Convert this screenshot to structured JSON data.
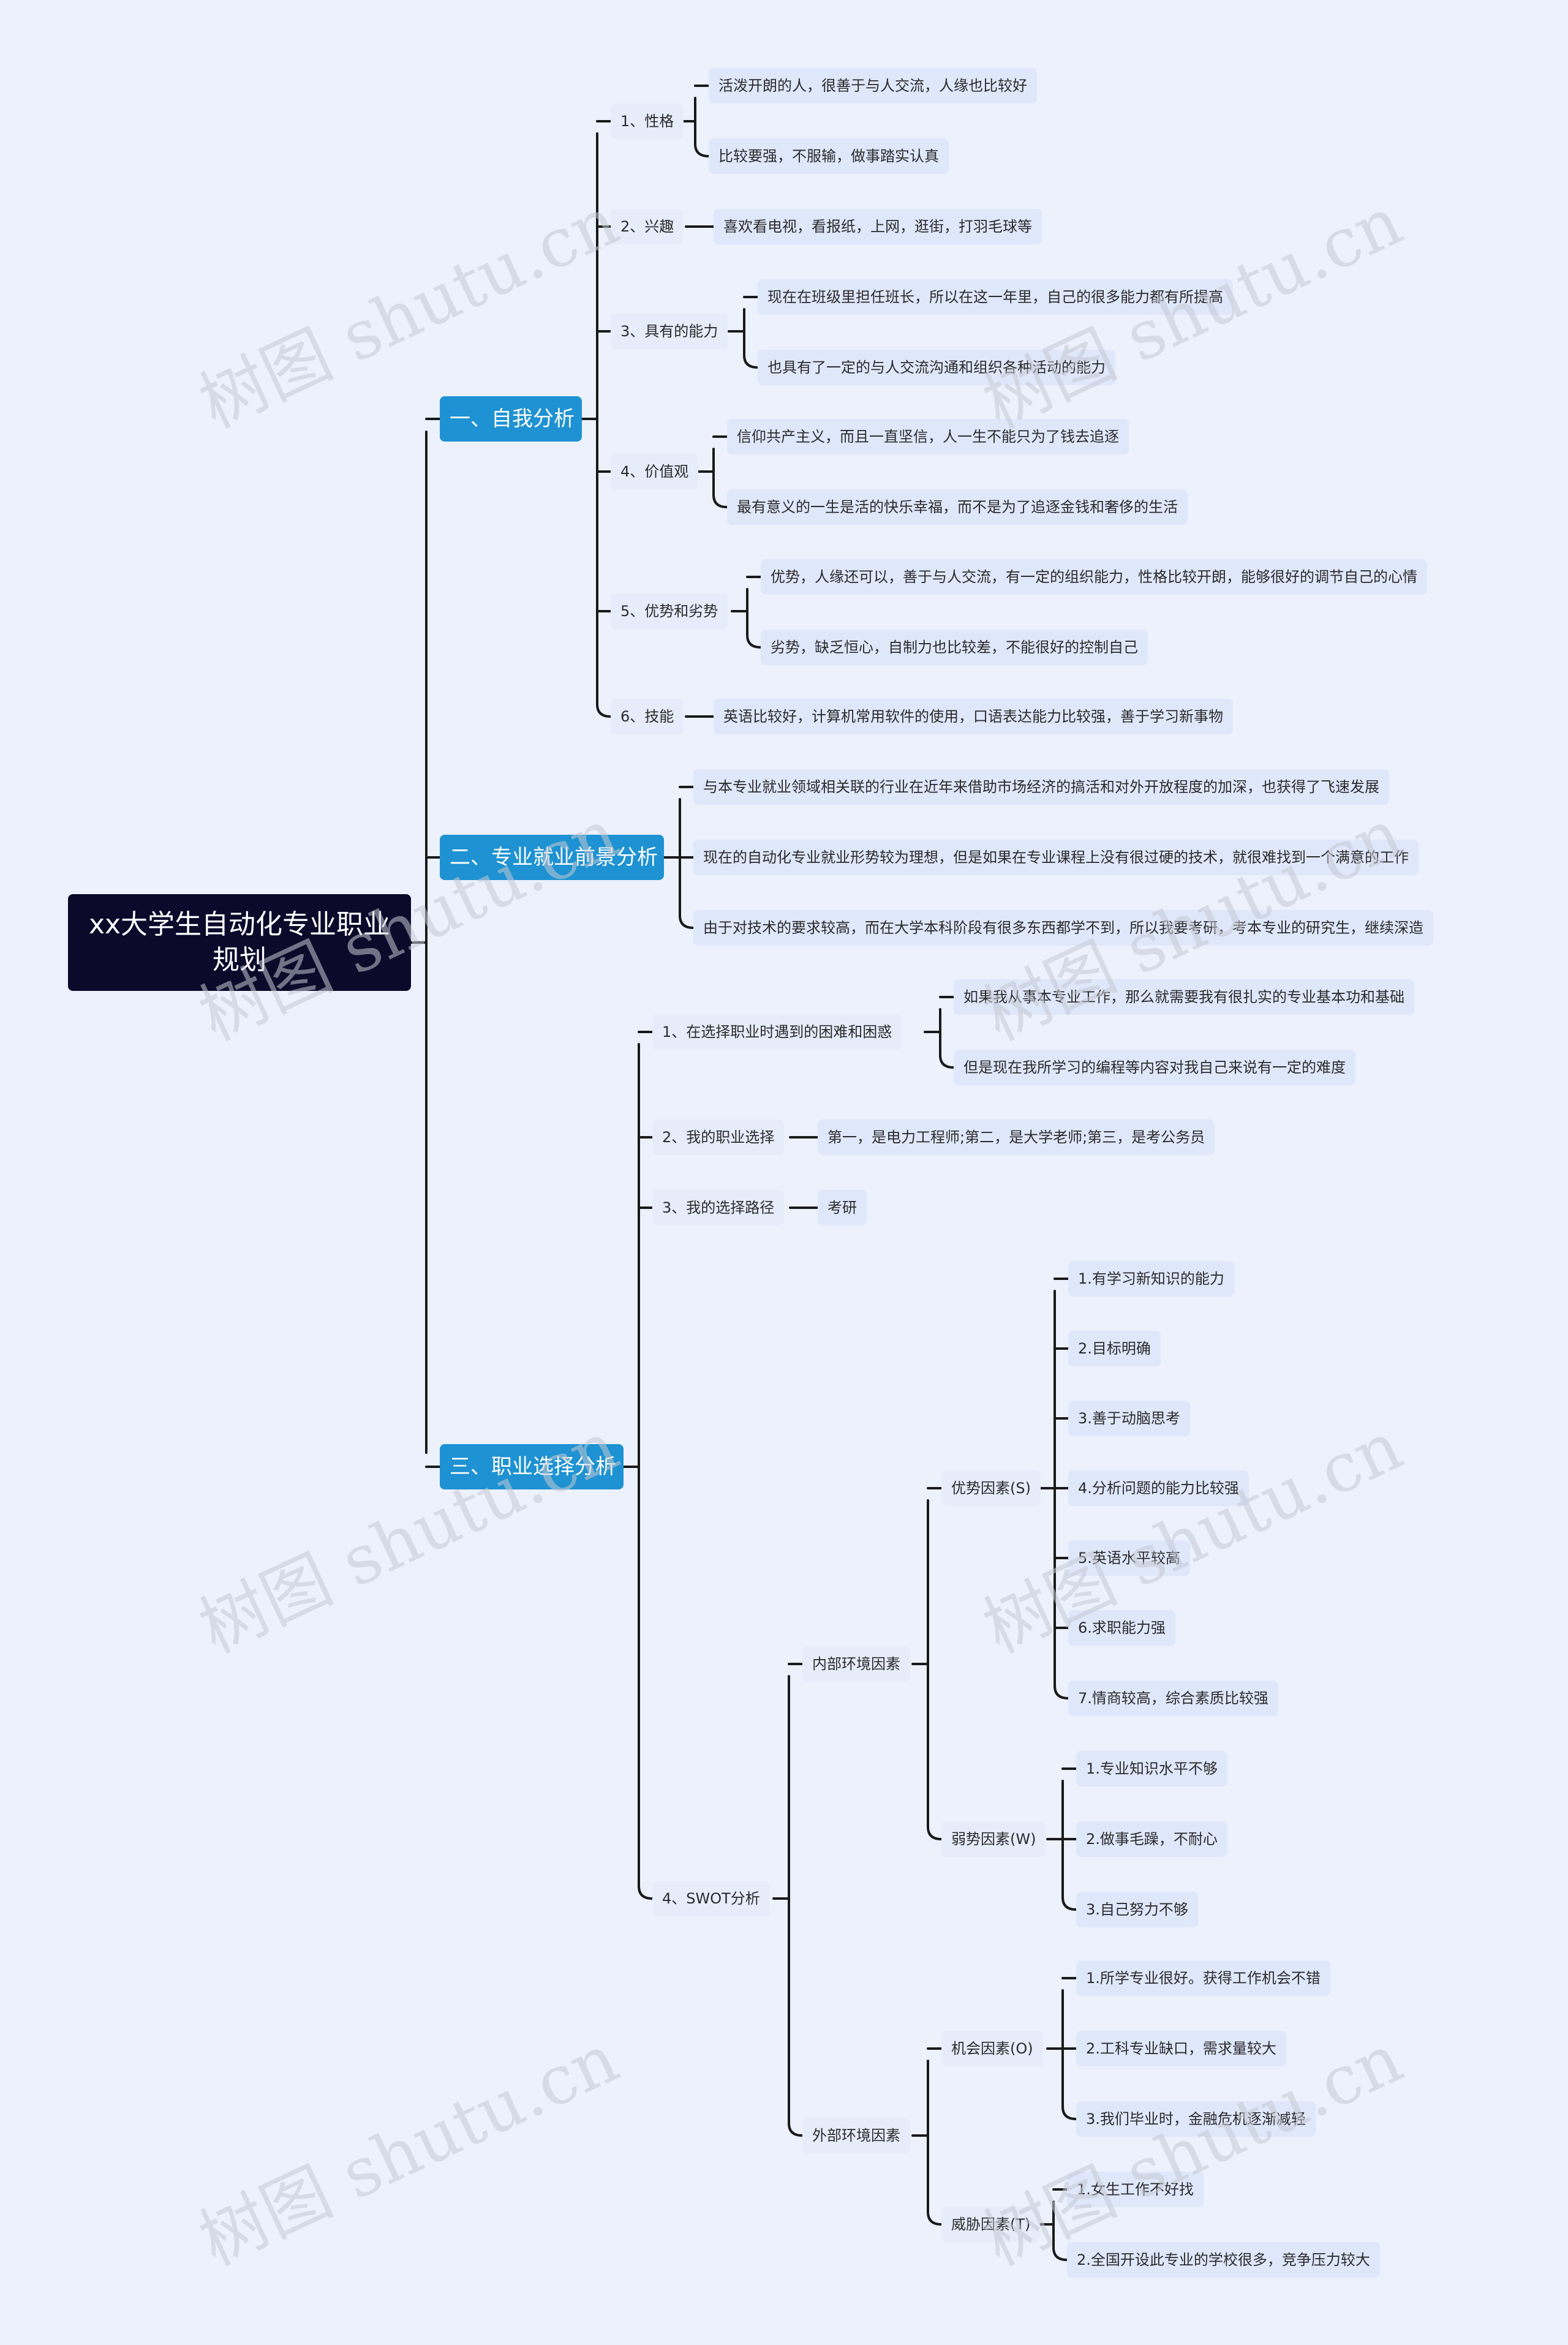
{
  "root": {
    "title": "xx大学生自动化专业职业规划"
  },
  "sections": [
    {
      "label": "一、自我分析"
    },
    {
      "label": "二、专业就业前景分析"
    },
    {
      "label": "三、职业选择分析"
    }
  ],
  "self": {
    "personality": {
      "label": "1、性格",
      "items": [
        "活泼开朗的人，很善于与人交流，人缘也比较好",
        "比较要强，不服输，做事踏实认真"
      ]
    },
    "interest": {
      "label": "2、兴趣",
      "items": [
        "喜欢看电视，看报纸，上网，逛街，打羽毛球等"
      ]
    },
    "ability": {
      "label": "3、具有的能力",
      "items": [
        "现在在班级里担任班长，所以在这一年里，自己的很多能力都有所提高",
        "也具有了一定的与人交流沟通和组织各种活动的能力"
      ]
    },
    "values": {
      "label": "4、价值观",
      "items": [
        "信仰共产主义，而且一直坚信，人一生不能只为了钱去追逐",
        "最有意义的一生是活的快乐幸福，而不是为了追逐金钱和奢侈的生活"
      ]
    },
    "strengths": {
      "label": "5、优势和劣势",
      "items": [
        "优势，人缘还可以，善于与人交流，有一定的组织能力，性格比较开朗，能够很好的调节自己的心情",
        "劣势，缺乏恒心，自制力也比较差，不能很好的控制自己"
      ]
    },
    "skills": {
      "label": "6、技能",
      "items": [
        "英语比较好，计算机常用软件的使用，口语表达能力比较强，善于学习新事物"
      ]
    }
  },
  "prospect": {
    "items": [
      "与本专业就业领域相关联的行业在近年来借助市场经济的搞活和对外开放程度的加深，也获得了飞速发展",
      "现在的自动化专业就业形势较为理想，但是如果在专业课程上没有很过硬的技术，就很难找到一个满意的工作",
      "由于对技术的要求较高，而在大学本科阶段有很多东西都学不到，所以我要考研，考本专业的研究生，继续深造"
    ]
  },
  "career": {
    "difficulty": {
      "label": "1、在选择职业时遇到的困难和困惑",
      "items": [
        "如果我从事本专业工作，那么就需要我有很扎实的专业基本功和基础",
        "但是现在我所学习的编程等内容对我自己来说有一定的难度"
      ]
    },
    "choice": {
      "label": "2、我的职业选择",
      "items": [
        "第一，是电力工程师;第二，是大学老师;第三，是考公务员"
      ]
    },
    "path": {
      "label": "3、我的选择路径",
      "items": [
        "考研"
      ]
    },
    "swot": {
      "label": "4、SWOT分析",
      "internal": {
        "label": "内部环境因素",
        "strengths": {
          "label": "优势因素(S)",
          "items": [
            "1.有学习新知识的能力",
            "2.目标明确",
            "3.善于动脑思考",
            "4.分析问题的能力比较强",
            "5.英语水平较高",
            "6.求职能力强",
            "7.情商较高，综合素质比较强"
          ]
        },
        "weaknesses": {
          "label": "弱势因素(W)",
          "items": [
            "1.专业知识水平不够",
            "2.做事毛躁，不耐心",
            "3.自己努力不够"
          ]
        }
      },
      "external": {
        "label": "外部环境因素",
        "opportunities": {
          "label": "机会因素(O)",
          "items": [
            "1.所学专业很好。获得工作机会不错",
            "2.工科专业缺口，需求量较大",
            "3.我们毕业时，金融危机逐渐减轻"
          ]
        },
        "threats": {
          "label": "威胁因素(T)",
          "items": [
            "1.女生工作不好找",
            "2.全国开设此专业的学校很多，竞争压力较大"
          ]
        }
      }
    }
  },
  "watermark": "树图 shutu.cn",
  "colors": {
    "background": "#ecf1fc",
    "root": "#0b0a2b",
    "section": "#1e92d2",
    "line": "#1a1a1a"
  }
}
